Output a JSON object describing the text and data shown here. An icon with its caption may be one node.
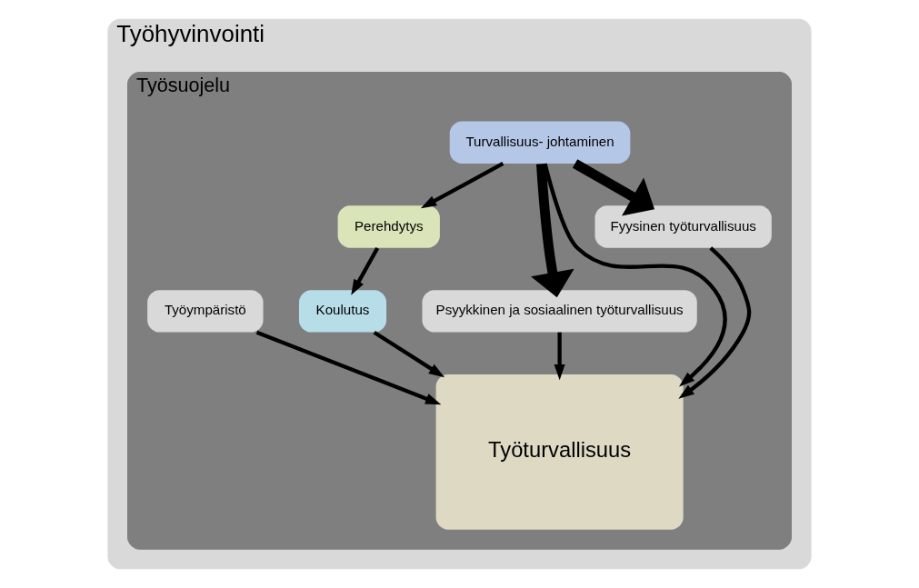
{
  "diagram": {
    "nodes": [
      {
        "text": [
          "Työhyvinvointi"
        ]
      },
      {
        "text": [
          "Työsuojelu"
        ],
        "in": 0
      },
      {
        "text": [
          "Turvallisuus- johtaminen"
        ],
        "in": 1
      },
      {
        "text": [
          "Perehdytys"
        ],
        "in": 1
      },
      {
        "text": [
          "Psyykkinen ja sosiaalinen työturvallisuus"
        ],
        "in": 1
      },
      {
        "text": [
          "Työturvallisuus"
        ],
        "in": 1
      },
      {
        "text": [
          "Koulutus"
        ],
        "in": 1
      },
      {
        "text": [
          "Fyysinen työturvallisuus"
        ],
        "in": 1
      },
      {
        "text": [
          "Työympäristö"
        ],
        "in": 1
      }
    ],
    "edges": [
      {
        "from": 2,
        "to": 4,
        "arrow": "to",
        "style": "thick"
      },
      {
        "from": 2,
        "to": 7,
        "arrow": "to",
        "style": "thick"
      },
      {
        "from": 2,
        "to": 3,
        "arrow": "to"
      },
      {
        "from": 2,
        "to": 5,
        "arrow": "to"
      },
      {
        "from": 3,
        "to": 6,
        "arrow": "to"
      },
      {
        "from": 4,
        "to": 5,
        "arrow": "to"
      },
      {
        "from": 6,
        "to": 5,
        "arrow": "to"
      },
      {
        "from": 7,
        "to": 5,
        "arrow": "to"
      },
      {
        "from": 8,
        "to": 5,
        "arrow": "to"
      }
    ]
  }
}
